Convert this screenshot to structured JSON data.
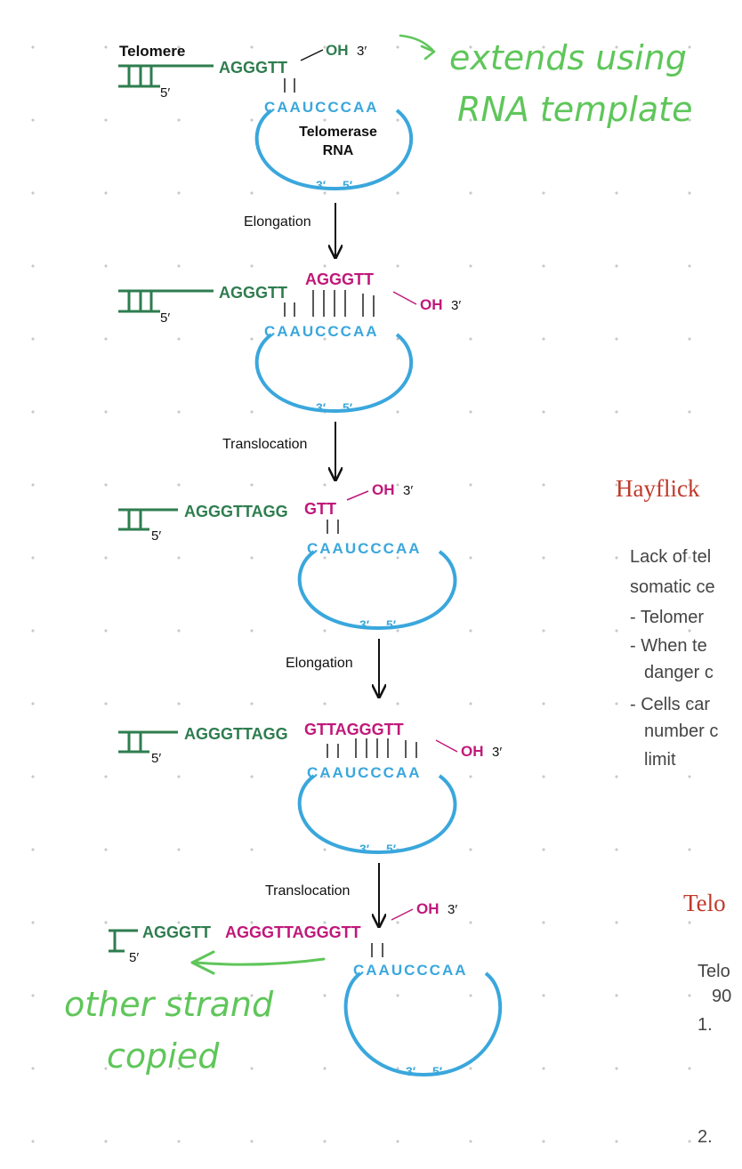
{
  "colors": {
    "dna": "#2e7d4f",
    "new_dna": "#c0187a",
    "rna": "#3aa7dc",
    "note": "#5fc65a",
    "heading": "#c0392b",
    "text": "#444444"
  },
  "labels": {
    "telomere": "Telomere",
    "telomerase_rna_line1": "Telomerase",
    "telomerase_rna_line2": "RNA",
    "five_prime": "5′",
    "three_prime": "3′",
    "oh": "OH",
    "elongation": "Elongation",
    "translocation": "Translocation",
    "rna_end_3": "3′",
    "rna_end_5": "5′"
  },
  "sequences": {
    "stage1_dna": "AGGGTT",
    "stage2_dna": "AGGGTT",
    "stage2_new": "AGGGTT",
    "stage3_dna": "AGGGTTAGG",
    "stage3_new": "GTT",
    "stage4_dna": "AGGGTTAGG",
    "stage4_new": "GTTAGGGTT",
    "stage5_dna": "AGGGTT",
    "stage5_new": "AGGGTTAGGGTT",
    "rna_template": "CAAUCCCAA"
  },
  "annotations": {
    "note1_line1": "extends using",
    "note1_line2": "RNA template",
    "note2_line1": "other strand",
    "note2_line2": "copied"
  },
  "right_panel": {
    "title1": "Hayflick",
    "para1_line1": "Lack of tel",
    "para1_line2": "somatic ce",
    "bullet1": "- Telomer",
    "bullet2_line1": "- When te",
    "bullet2_line2": "danger c",
    "bullet3_line1": "- Cells car",
    "bullet3_line2": "number c",
    "bullet3_line3": "limit",
    "title2": "Telo",
    "para2_line1": "Telo",
    "para2_line2": "90",
    "item1": "1.",
    "item2": "2."
  }
}
